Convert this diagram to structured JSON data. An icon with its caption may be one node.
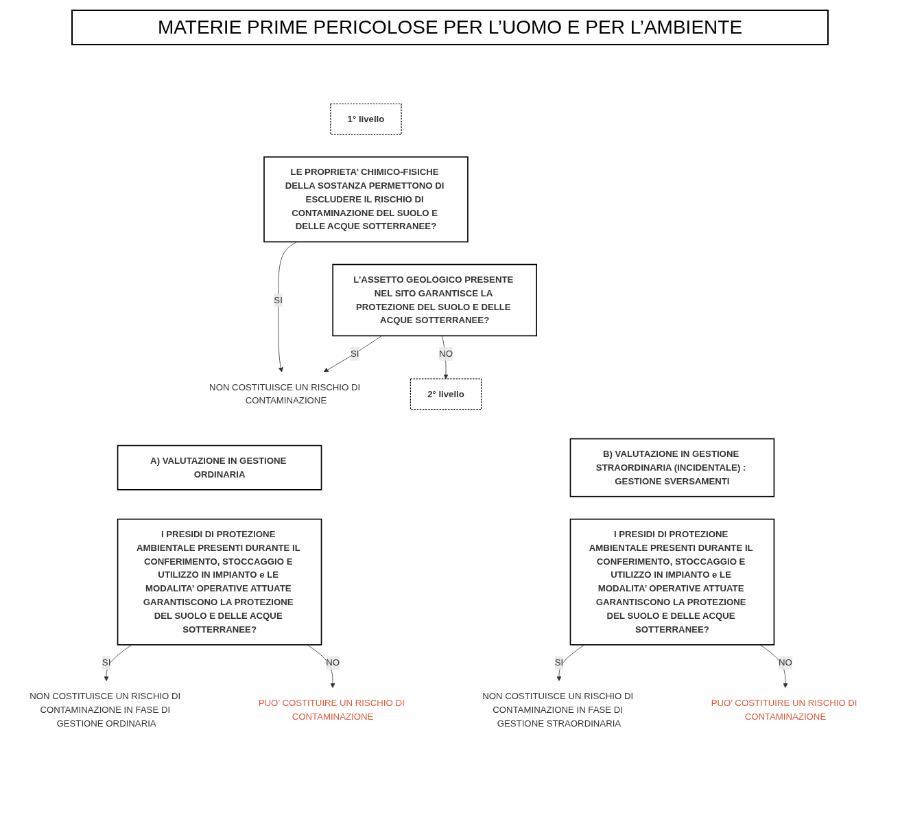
{
  "diagram": {
    "title": "MATERIE PRIME PERICOLOSE PER L’UOMO E PER L’AMBIENTE",
    "nodes": [
      {
        "text": [
          "1° livello"
        ]
      },
      {
        "text": [
          "LE PROPRIETA’ CHIMICO-FISICHE DELLA SOSTANZA PERMETTONO DI ESCLUDERE IL RISCHIO DI CONTAMINAZIONE DEL SUOLO E DELLE ACQUE SOTTERRANEE?"
        ]
      },
      {
        "text": [
          "L’ASSETTO GEOLOGICO PRESENTE NEL SITO GARANTISCE LA PROTEZIONE DEL SUOLO E DELLE ACQUE SOTTERRANEE?"
        ]
      },
      {
        "text": [
          "NON COSTITUISCE UN RISCHIO DI CONTAMINAZIONE"
        ]
      },
      {
        "text": [
          "2° livello"
        ]
      },
      {
        "text": [
          "A) VALUTAZIONE IN GESTIONE ORDINARIA"
        ]
      },
      {
        "text": [
          "B) VALUTAZIONE IN GESTIONE STRAORDINARIA (INCIDENTALE) : GESTIONE SVERSAMENTI"
        ]
      },
      {
        "text": [
          "I PRESIDI DI PROTEZIONE AMBIENTALE PRESENTI DURANTE IL CONFERIMENTO, STOCCAGGIO E UTILIZZO IN IMPIANTO e LE MODALITA’ OPERATIVE ATTUATE GARANTISCONO LA PROTEZIONE DEL SUOLO E DELLE ACQUE SOTTERRANEE?"
        ]
      },
      {
        "text": [
          "NON COSTITUISCE UN RISCHIO DI CONTAMINAZIONE IN FASE DI GESTIONE ORDINARIA"
        ]
      },
      {
        "text": [
          "I PRESIDI DI PROTEZIONE AMBIENTALE PRESENTI DURANTE IL CONFERIMENTO, STOCCAGGIO E UTILIZZO IN IMPIANTO e LE MODALITA’ OPERATIVE ATTUATE GARANTISCONO LA PROTEZIONE DEL SUOLO E DELLE ACQUE SOTTERRANEE?"
        ]
      },
      {
        "text": [
          "NON COSTITUISCE UN RISCHIO DI CONTAMINAZIONE IN FASE DI GESTIONE STRAORDINARIA"
        ]
      },
      {
        "text": [
          "PUO’ COSTITUIRE UN RISCHIO DI CONTAMINAZIONE"
        ]
      },
      {
        "text": [
          "PUO’ COSTITUIRE UN RISCHIO DI CONTAMINAZIONE"
        ]
      }
    ],
    "edges": [
      {
        "from": 1,
        "to": 3,
        "arrow": "to",
        "label": "SI"
      },
      {
        "from": 2,
        "to": 3,
        "arrow": "to",
        "label": "SI"
      },
      {
        "from": 2,
        "to": 4,
        "arrow": "to",
        "label": "NO"
      },
      {
        "from": 7,
        "to": 8,
        "arrow": "to",
        "label": "SI"
      },
      {
        "from": 9,
        "to": 10,
        "arrow": "to",
        "label": "SI"
      },
      {
        "from": 7,
        "to": 11,
        "arrow": "to",
        "label": "NO"
      },
      {
        "from": 9,
        "to": 12,
        "arrow": "to",
        "label": "NO"
      }
    ]
  }
}
